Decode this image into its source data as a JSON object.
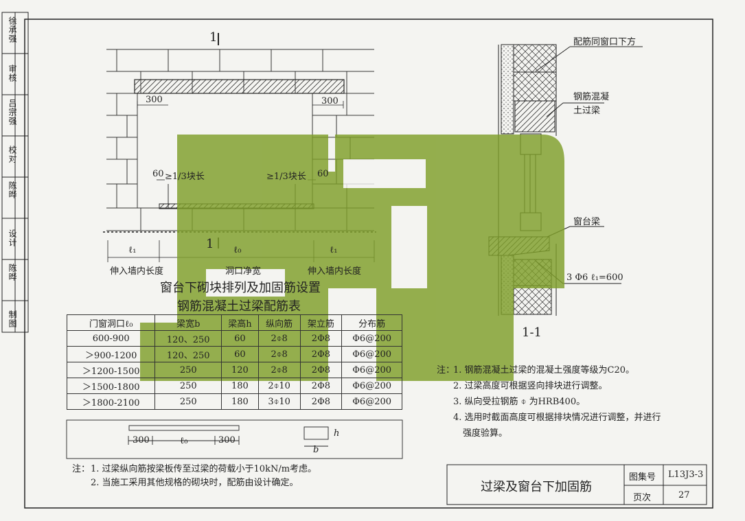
{
  "sidebar": {
    "cells": [
      {
        "label": "徐承强",
        "signature": "徐承强"
      },
      {
        "label": "审核"
      },
      {
        "label": "吕宗强",
        "signature": "吕宗强"
      },
      {
        "label": "校对"
      },
      {
        "label": "陈晔",
        "signature": "陈晔"
      },
      {
        "label": "设计"
      },
      {
        "label": "陈晔",
        "signature": "陈晔"
      },
      {
        "label": "制图"
      }
    ]
  },
  "elevation": {
    "section_mark_top": "1",
    "section_mark_bottom": "1",
    "dim_300_left": "300",
    "dim_300_right": "300",
    "dim_60_left": "60",
    "dim_60_right": "60",
    "block_left": "≥1/3块长",
    "block_right": "≥1/3块长",
    "l1_left": "ℓ₁",
    "l0": "ℓ₀",
    "l1_right": "ℓ₁",
    "label_embed_left": "伸入墙内长度",
    "label_opening": "洞口净宽",
    "label_embed_right": "伸入墙内长度",
    "caption": "窗台下砌块排列及加固筋设置"
  },
  "table": {
    "title": "钢筋混凝土过梁配筋表",
    "headers": [
      "门窗洞口ℓ₀",
      "梁宽b",
      "梁高h",
      "纵向筋",
      "架立筋",
      "分布筋"
    ],
    "rows": [
      [
        "600-900",
        "120、250",
        "60",
        "2⌽8",
        "2Φ8",
        "Φ6@200"
      ],
      [
        "＞900-1200",
        "120、250",
        "60",
        "2⌽8",
        "2Φ8",
        "Φ6@200"
      ],
      [
        "＞1200-1500",
        "250",
        "120",
        "2⌽8",
        "2Φ8",
        "Φ6@200"
      ],
      [
        "＞1500-1800",
        "250",
        "180",
        "2⌽10",
        "2Φ8",
        "Φ6@200"
      ],
      [
        "＞1800-2100",
        "250",
        "180",
        "3⌽10",
        "2Φ8",
        "Φ6@200"
      ]
    ],
    "diagram": {
      "dim_300_left": "300",
      "l0": "ℓ₀",
      "dim_300_right": "300",
      "h": "h",
      "b": "b"
    }
  },
  "notes_left": {
    "prefix": "注：",
    "lines": [
      "1. 过梁纵向筋按梁板传至过梁的荷载小于10kN/m考虑。",
      "2. 当施工采用其他规格的砌块时，配筋由设计确定。"
    ]
  },
  "section": {
    "label_top": "配筋同窗口下方",
    "label_lintel_1": "钢筋混凝",
    "label_lintel_2": "土过梁",
    "label_sill": "窗台梁",
    "label_rebar": "3 Φ6  ℓ₁=600",
    "caption": "1-1"
  },
  "notes_right": {
    "prefix": "注：",
    "lines": [
      "1. 钢筋混凝土过梁的混凝土强度等级为C20。",
      "2. 过梁高度可根据竖向排块进行调整。",
      "3. 纵向受拉钢筋 ⌽ 为HRB400。",
      "4. 选用时截面高度可根据排块情况进行调整，并进行",
      "强度验算。"
    ]
  },
  "title_block": {
    "title": "过梁及窗台下加固筋",
    "atlas_label": "图集号",
    "atlas_value": "L13J3-3",
    "page_label": "页次",
    "page_value": "27"
  },
  "watermark": {
    "color": "#7f9f2a"
  }
}
